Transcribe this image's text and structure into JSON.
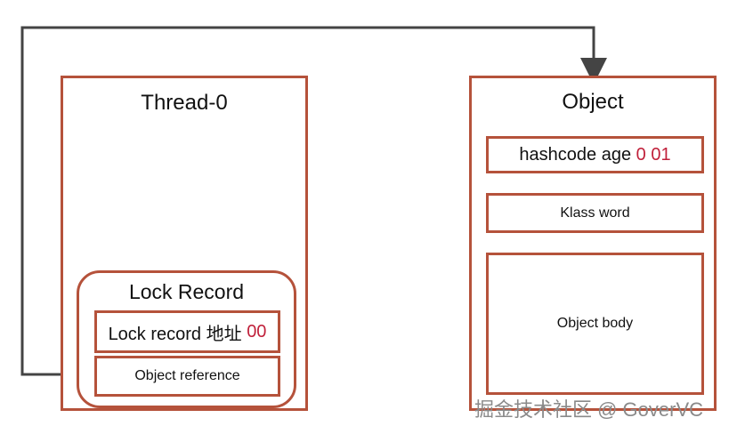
{
  "thread": {
    "title": "Thread-0",
    "lock_record": {
      "title": "Lock Record",
      "address_label": "Lock record 地址",
      "address_bits": "00",
      "reference_label": "Object reference"
    }
  },
  "object": {
    "title": "Object",
    "mark_word_label": "hashcode age",
    "mark_word_bits": "0 01",
    "klass_word_label": "Klass word",
    "body_label": "Object body"
  },
  "watermark": "掘金技术社区 @ GoverVC",
  "colors": {
    "border": "#b5523b",
    "highlight": "#c0203a",
    "connector": "#444444"
  }
}
